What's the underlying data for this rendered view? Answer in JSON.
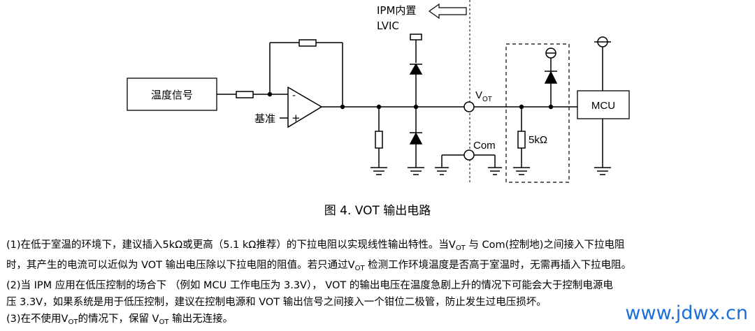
{
  "diagram": {
    "lvic_label_line1": "IPM内置",
    "lvic_label_line2": "LVIC",
    "sensor_block": "温度信号",
    "reference_label": "基准",
    "opamp_minus": "-",
    "opamp_plus": "+",
    "vot_label_main": "V",
    "vot_label_sub": "OT",
    "com_label": "Com",
    "resistor_label": "5kΩ",
    "mcu_label": "MCU"
  },
  "caption": "图 4. VOT 输出电路",
  "notes": {
    "n1_a": "(1)在低于室温的环境下，建议插入5kΩ或更高（5.1 kΩ推荐）的下拉电阻以实现线性输出特性。当V",
    "n1_sub1": "OT",
    "n1_b": " 与  Com(控制地)之间接入下拉电阻",
    "n1_line2_a": "时，其产生的电流可以近似为  VOT  输出电压除以下拉电阻的阻值。若只通过V",
    "n1_line2_sub": "OT",
    "n1_line2_b": "  检测工作环境温度是否高于室温时，无需再插入下拉电阻。",
    "n2_line1": "(2)当  IPM  应用在低压控制的场合下  （例如  MCU  工作电压为  3.3V），  VOT  的输出电压在温度急剧上升的情况下可能会大于控制电源电",
    "n2_line2": "压  3.3V，如果系统是用于低压控制，建议在控制电源和  VOT  输出信号之间接入一个钳位二极管，防止发生过电压损坏。",
    "n3_a": "(3)在不使用V",
    "n3_sub1": "OT",
    "n3_b": "的情况下，保留  V",
    "n3_sub2": "OT",
    "n3_c": "  输出无连接。"
  },
  "watermark": "www.jdwx.cn"
}
